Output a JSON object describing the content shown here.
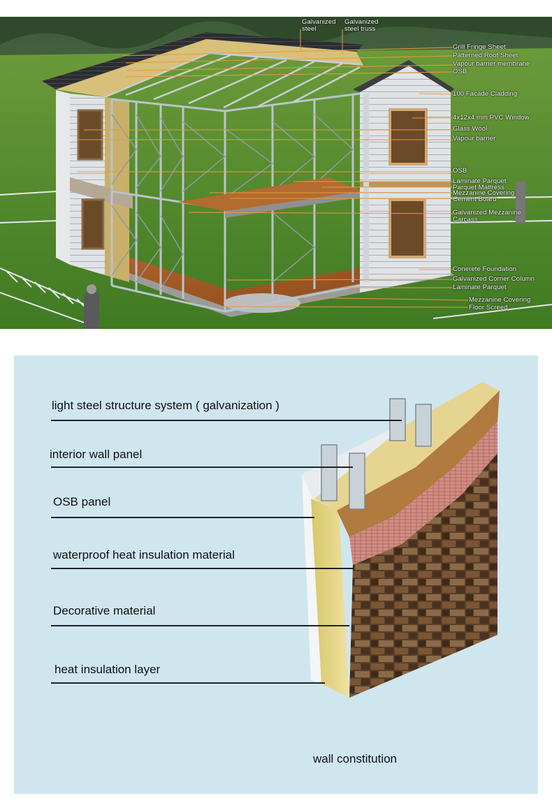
{
  "house_diagram": {
    "top_labels": [
      "Galvanized steel",
      "Galvanized steel truss"
    ],
    "right_labels": [
      "Grill Fringe Sheet",
      "Patterned Roof Sheet",
      "Vapour barrier membrane",
      "OSB",
      "100 Facade Cladding",
      "4x12x4 mm PVC Window",
      "Glass Wool",
      "Vapour barrier",
      "OSB",
      "Laminate Parquet",
      "Parquet Mattress",
      "Mezzanine Covering",
      "Cement Board",
      "Galvanized Mezzanine Carcass",
      "Conerete Foundation",
      "Galvanized Corner Column",
      "Laminate Parquet",
      "Mezzanine Covering",
      "Floor Screed"
    ]
  },
  "wall_diagram": {
    "labels": [
      "light steel structure system ( galvanization )",
      "interior wall panel",
      "OSB panel",
      "waterproof heat insulation material",
      "Decorative material",
      "heat insulation layer"
    ],
    "caption": "wall constitution"
  }
}
